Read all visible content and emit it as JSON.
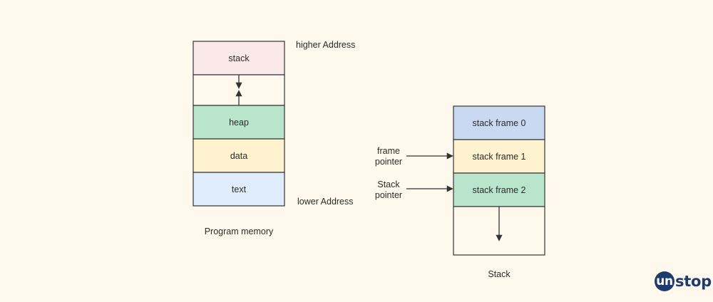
{
  "program_memory": {
    "segments": {
      "stack": "stack",
      "heap": "heap",
      "data": "data",
      "text": "text"
    },
    "higher_address": "higher Address",
    "lower_address": "lower Address",
    "caption": "Program memory"
  },
  "stack": {
    "frames": [
      "stack frame 0",
      "stack frame 1",
      "stack frame 2"
    ],
    "frame_pointer": [
      "frame",
      "pointer"
    ],
    "stack_pointer": [
      "Stack",
      "pointer"
    ],
    "caption": "Stack"
  },
  "logo": {
    "circle": "un",
    "rest": "stop"
  },
  "colors": {
    "background": "#fef9ec",
    "stack": "#fbe9e9",
    "heap": "#b8e5cc",
    "data": "#fff2cf",
    "text": "#deecfb",
    "frame0": "#c9d9f1",
    "frame1": "#fff2cf",
    "frame2": "#b8e5cc",
    "logo": "#1f3a6d"
  }
}
